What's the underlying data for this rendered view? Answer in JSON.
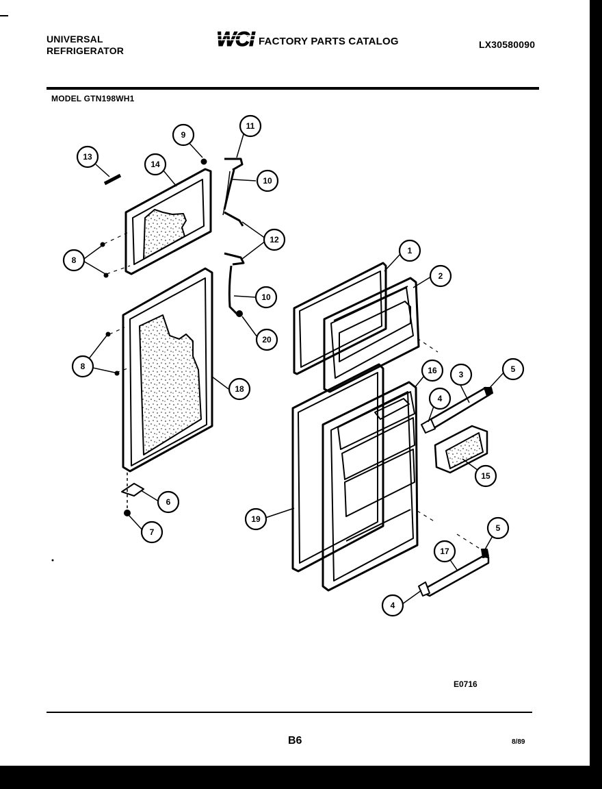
{
  "header": {
    "brand_line1": "UNIVERSAL",
    "brand_line2": "REFRIGERATOR",
    "logo_text": "WCI",
    "catalog_title": "FACTORY PARTS CATALOG",
    "catalog_number": "LX30580090"
  },
  "model": "MODEL GTN198WH1",
  "callouts": [
    {
      "id": "c13",
      "label": "13"
    },
    {
      "id": "c14",
      "label": "14"
    },
    {
      "id": "c9",
      "label": "9"
    },
    {
      "id": "c11",
      "label": "11"
    },
    {
      "id": "c10a",
      "label": "10"
    },
    {
      "id": "c12",
      "label": "12"
    },
    {
      "id": "c8a",
      "label": "8"
    },
    {
      "id": "c10b",
      "label": "10"
    },
    {
      "id": "c20",
      "label": "20"
    },
    {
      "id": "c8b",
      "label": "8"
    },
    {
      "id": "c18",
      "label": "18"
    },
    {
      "id": "c6",
      "label": "6"
    },
    {
      "id": "c7",
      "label": "7"
    },
    {
      "id": "c1",
      "label": "1"
    },
    {
      "id": "c2",
      "label": "2"
    },
    {
      "id": "c16",
      "label": "16"
    },
    {
      "id": "c3",
      "label": "3"
    },
    {
      "id": "c5a",
      "label": "5"
    },
    {
      "id": "c4a",
      "label": "4"
    },
    {
      "id": "c15",
      "label": "15"
    },
    {
      "id": "c19",
      "label": "19"
    },
    {
      "id": "c5b",
      "label": "5"
    },
    {
      "id": "c17",
      "label": "17"
    },
    {
      "id": "c4b",
      "label": "4"
    }
  ],
  "footer": {
    "drawing_code": "E0716",
    "page": "B6",
    "revision_date": "8/89"
  }
}
